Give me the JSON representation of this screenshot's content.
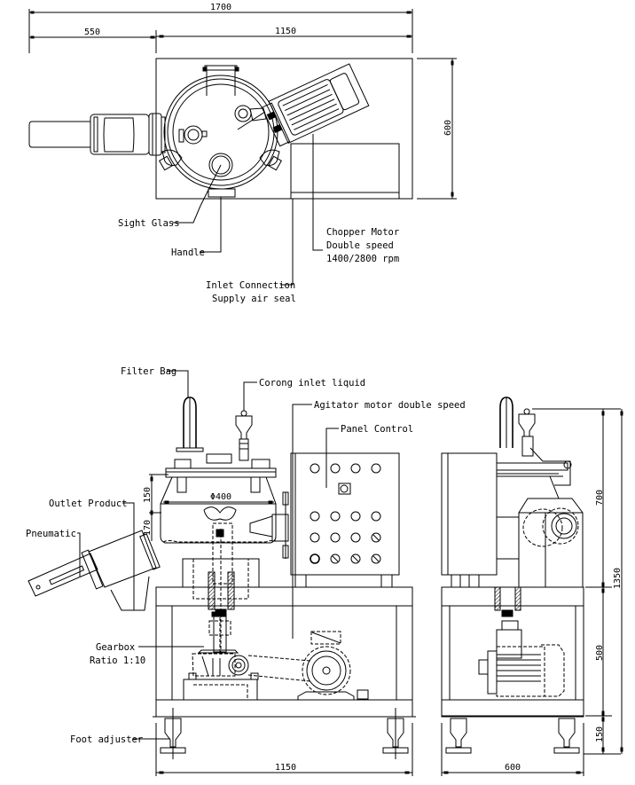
{
  "drawing": {
    "background": "#ffffff",
    "line_color": "#000000"
  },
  "top_view": {
    "dimensions": {
      "overall_width": "1700",
      "left_extension": "550",
      "body_width": "1150",
      "depth": "600"
    },
    "labels": {
      "sight_glass": "Sight Glass",
      "handle": "Handle",
      "inlet_connection_1": "Inlet Connection",
      "inlet_connection_2": "Supply air seal",
      "chopper_motor_1": "Chopper Motor",
      "chopper_motor_2": "Double speed",
      "chopper_motor_3": "1400/2800 rpm"
    }
  },
  "front_view": {
    "dimensions": {
      "vessel_diameter": "Φ400",
      "lid_height": "150",
      "bowl_height": "170",
      "base_width": "1150"
    },
    "labels": {
      "filter_bag": "Filter Bag",
      "corong_inlet": "Corong inlet liquid",
      "agitator_motor": "Agitator motor double speed",
      "panel_control": "Panel Control",
      "outlet_product": "Outlet Product",
      "pneumatic": "Pneumatic",
      "gearbox_1": "Gearbox",
      "gearbox_2": "Ratio 1:10",
      "foot_adjuster": "Foot adjuster"
    }
  },
  "side_view": {
    "dimensions": {
      "upper_height": "700",
      "frame_height": "500",
      "foot_height": "150",
      "total_height": "1350",
      "width": "600"
    }
  }
}
